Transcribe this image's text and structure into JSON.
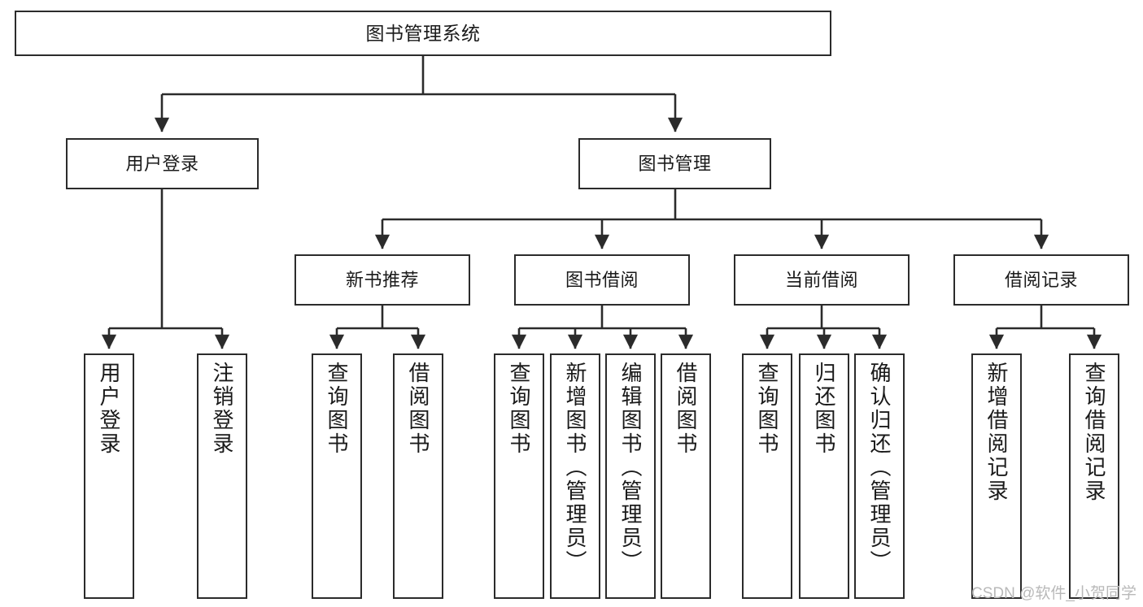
{
  "diagram": {
    "type": "tree-hierarchy",
    "title": "图书管理系统",
    "watermark": "CSDN @软件_小贺同学",
    "colors": {
      "box_border": "#2b2b2b",
      "box_fill": "#ffffff",
      "edge": "#2b2b2b",
      "text": "#1a1a1a",
      "watermark": "#b9b9b9",
      "background": "#ffffff"
    },
    "nodes": {
      "root": {
        "label": "图书管理系统"
      },
      "level2": [
        {
          "id": "user-login",
          "label": "用户登录"
        },
        {
          "id": "book-manage",
          "label": "图书管理"
        }
      ],
      "level3": [
        {
          "id": "new-book-recommend",
          "label": "新书推荐"
        },
        {
          "id": "book-borrow",
          "label": "图书借阅"
        },
        {
          "id": "current-borrow",
          "label": "当前借阅"
        },
        {
          "id": "borrow-record",
          "label": "借阅记录"
        }
      ],
      "leaves": {
        "user-login": [
          {
            "id": "leaf-user-login",
            "label": "用户登录"
          },
          {
            "id": "leaf-user-logout",
            "label": "注销登录"
          }
        ],
        "new-book-recommend": [
          {
            "id": "leaf-query-book-1",
            "label": "查询图书"
          },
          {
            "id": "leaf-borrow-book-1",
            "label": "借阅图书"
          }
        ],
        "book-borrow": [
          {
            "id": "leaf-query-book-2",
            "label": "查询图书"
          },
          {
            "id": "leaf-add-book",
            "label": "新增图书（管理员）"
          },
          {
            "id": "leaf-edit-book",
            "label": "编辑图书（管理员）"
          },
          {
            "id": "leaf-borrow-book-2",
            "label": "借阅图书"
          }
        ],
        "current-borrow": [
          {
            "id": "leaf-query-book-3",
            "label": "查询图书"
          },
          {
            "id": "leaf-return-book",
            "label": "归还图书"
          },
          {
            "id": "leaf-confirm-return",
            "label": "确认归还（管理员）"
          }
        ],
        "borrow-record": [
          {
            "id": "leaf-add-record",
            "label": "新增借阅记录"
          },
          {
            "id": "leaf-query-record",
            "label": "查询借阅记录"
          }
        ]
      }
    }
  }
}
